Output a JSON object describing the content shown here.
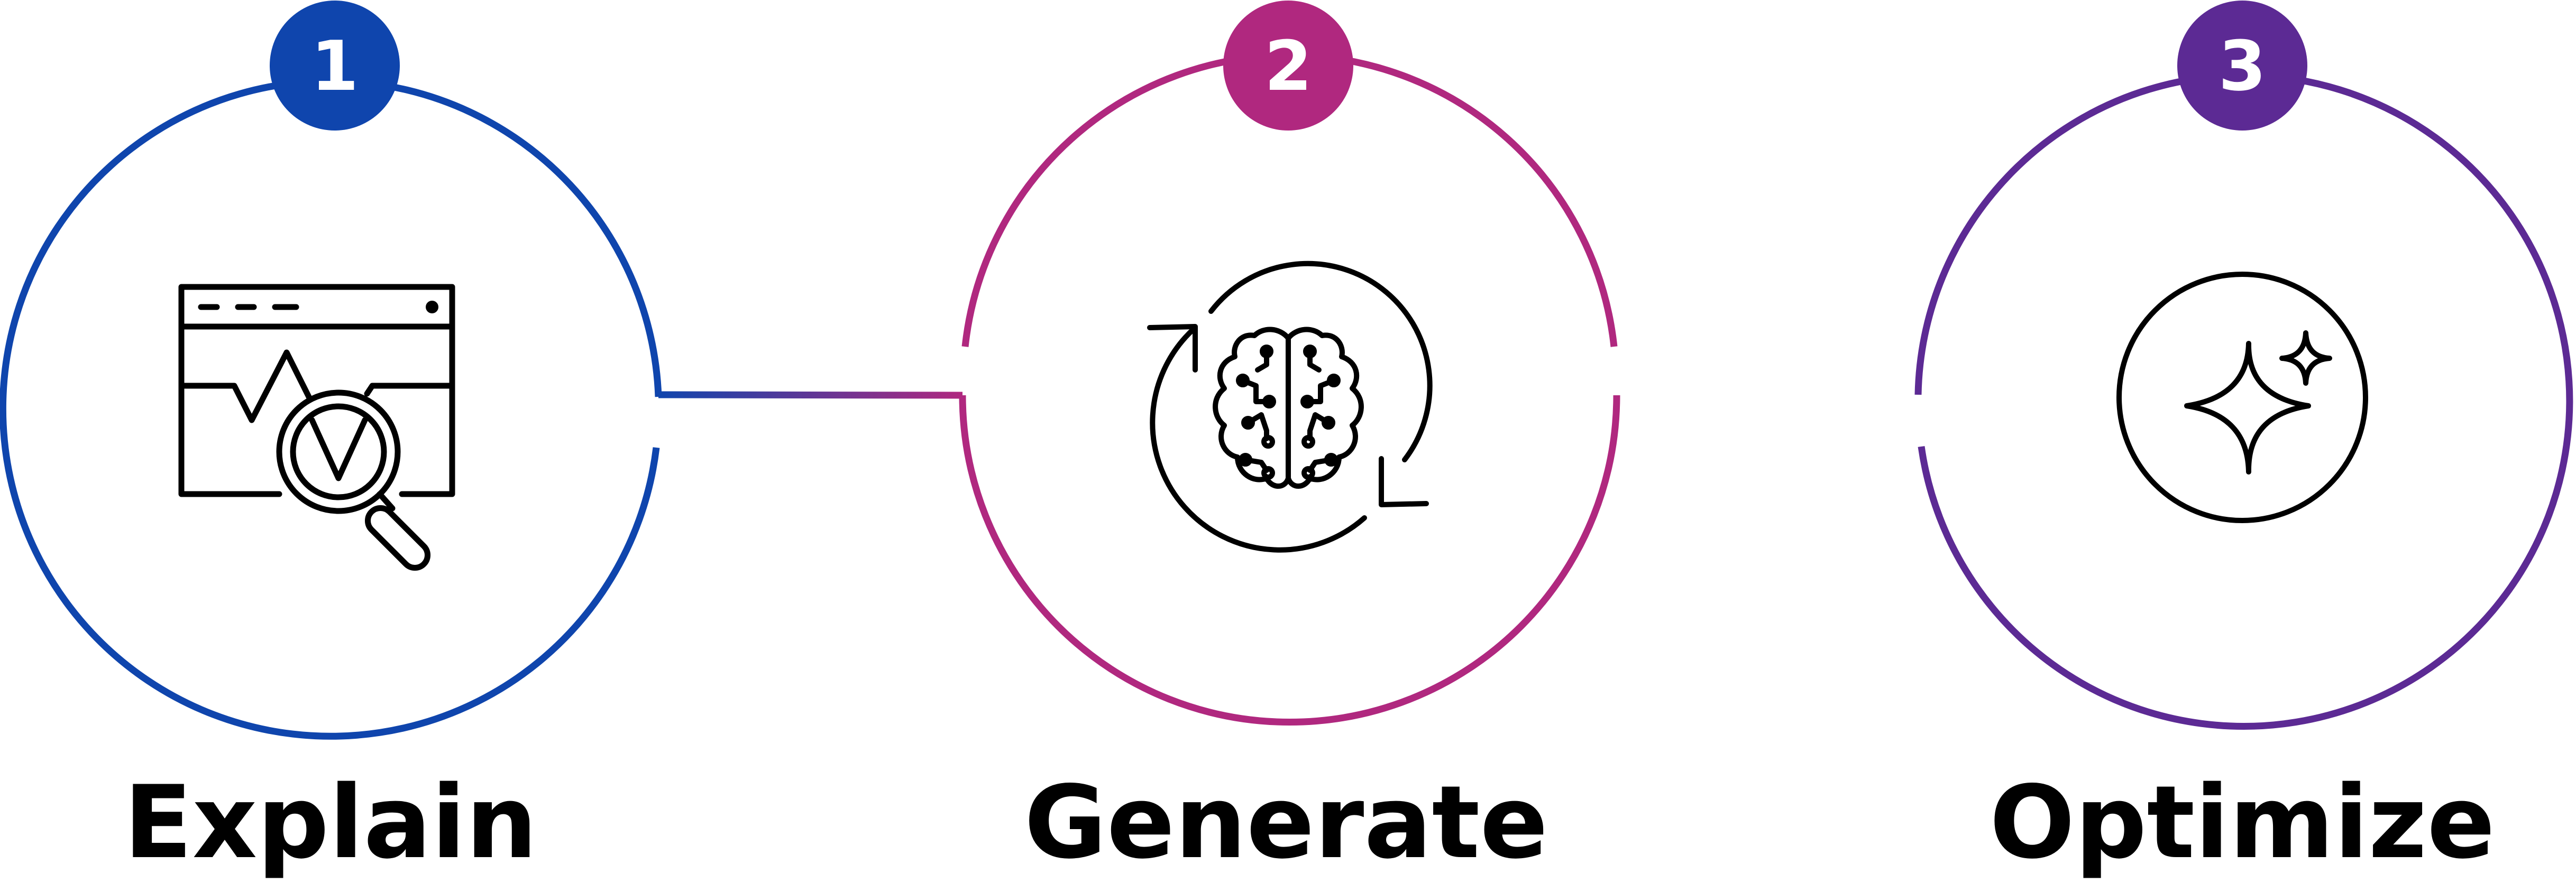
{
  "colors": {
    "blue": "#0f45ad",
    "magenta": "#b0287f",
    "purple": "#5c2a94",
    "icon": "#000000",
    "text": "#000000",
    "background": "#ffffff"
  },
  "steps": [
    {
      "number": "1",
      "label": "Explain",
      "icon": "browser-analytics-magnifier-icon"
    },
    {
      "number": "2",
      "label": "Generate",
      "icon": "brain-circuit-cycle-icon"
    },
    {
      "number": "3",
      "label": "Optimize",
      "icon": "sparkle-circle-icon"
    }
  ]
}
